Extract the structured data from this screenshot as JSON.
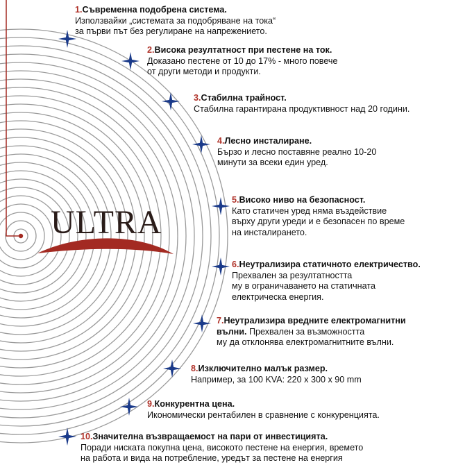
{
  "brand": {
    "logo_text": "ULTRA"
  },
  "colors": {
    "ring": "#9a9a9a",
    "star": "#1a3a8a",
    "accent": "#a32a22",
    "text": "#111111"
  },
  "star_icon": "four-point-star-icon",
  "features": [
    {
      "number": "1.",
      "title": "Съвременна подобрена система.",
      "description": [
        "Използвайки „системата за подобряване на тока“",
        "за първи път без регулиране на напрежението."
      ]
    },
    {
      "number": "2.",
      "title": "Висока резултатност при пестене на ток.",
      "description": [
        "Доказано пестене от 10 до 17% - много повече",
        "от други методи и продукти."
      ]
    },
    {
      "number": "3.",
      "title": "Стабилна трайност.",
      "description": [
        "Стабилна гарантирана продуктивност над 20 години."
      ]
    },
    {
      "number": "4.",
      "title": "Лесно инсталиране.",
      "description": [
        "Бързо и лесно поставяне  реално 10-20",
        "минути за всеки един уред."
      ]
    },
    {
      "number": "5.",
      "title": "Високо ниво на безопасност.",
      "description": [
        "Като статичен уред няма въздействие",
        "върху други уреди и е безопасен по време",
        "на инсталирането."
      ]
    },
    {
      "number": "6.",
      "title": "Неутрализира статичното електричество.",
      "description": [
        "Прехвален за резултатността",
        "му в ограничаването на статичната",
        "електрическа енергия."
      ]
    },
    {
      "number": "7.",
      "title": "Неутрализира вредните електромагнитни",
      "title_line2": "вълни.",
      "title_inline_desc": "Прехвален за възможността",
      "description": [
        "му да отклонява електромагнитните вълни."
      ]
    },
    {
      "number": "8.",
      "title": "Изключително малък размер.",
      "description": [
        "Например, за 100 KVA: 220 x 300 x 90 mm"
      ]
    },
    {
      "number": "9.",
      "title": "Конкурентна цена.",
      "description": [
        "Икономически рентабилен в сравнение с конкуренцията."
      ]
    },
    {
      "number": "10.",
      "title": "Значителна възвращаемост на пари от инвестицията.",
      "description": [
        "Поради ниската покупна цена, високото пестене на енергия, времето",
        "на работа и вида на потребление, уредът за пестене на енергия"
      ]
    }
  ]
}
